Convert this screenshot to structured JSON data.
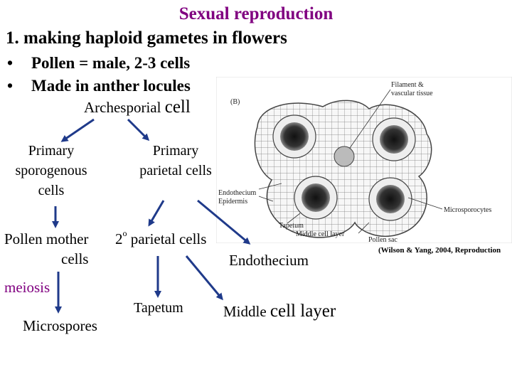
{
  "slide": {
    "title": "Sexual reproduction",
    "heading": "1. making haploid gametes in flowers",
    "bullets": [
      {
        "marker": "•",
        "text": "Pollen = male, 2-3 cells"
      },
      {
        "marker": "•",
        "text": "Made in anther locules"
      }
    ]
  },
  "flow": {
    "archesporial": {
      "part1": "Archesporial ",
      "part2": "cell"
    },
    "primary_sporogenous": "Primary sporogenous cells",
    "primary_parietal": "Primary parietal cells",
    "pollen_mother_line1": "Pollen mother",
    "pollen_mother_line2": "cells",
    "secondary_parietal": {
      "prefix": "2",
      "sup": "o",
      "rest": " parietal cells"
    },
    "endothecium": "Endothecium",
    "meiosis": "meiosis",
    "microspores": "Microspores",
    "tapetum": "Tapetum",
    "middle_cell_layer": {
      "part1": "Middle ",
      "part2": "cell layer"
    }
  },
  "figure": {
    "panel_label": "(B)",
    "labels": {
      "filament": "Filament &",
      "vascular": "vascular tissue",
      "endothecium": "Endothecium",
      "epidermis": "Epidermis",
      "microsporocytes": "Microsporocytes",
      "tapetum": "Tapetum",
      "middle_cell_layer": "Middle cell layer",
      "pollen_sac": "Pollen sac"
    },
    "citation": "(Wilson & Yang, 2004, Reproduction"
  },
  "colors": {
    "title": "#800080",
    "meiosis": "#800080",
    "arrow": "#1f3a8a"
  }
}
